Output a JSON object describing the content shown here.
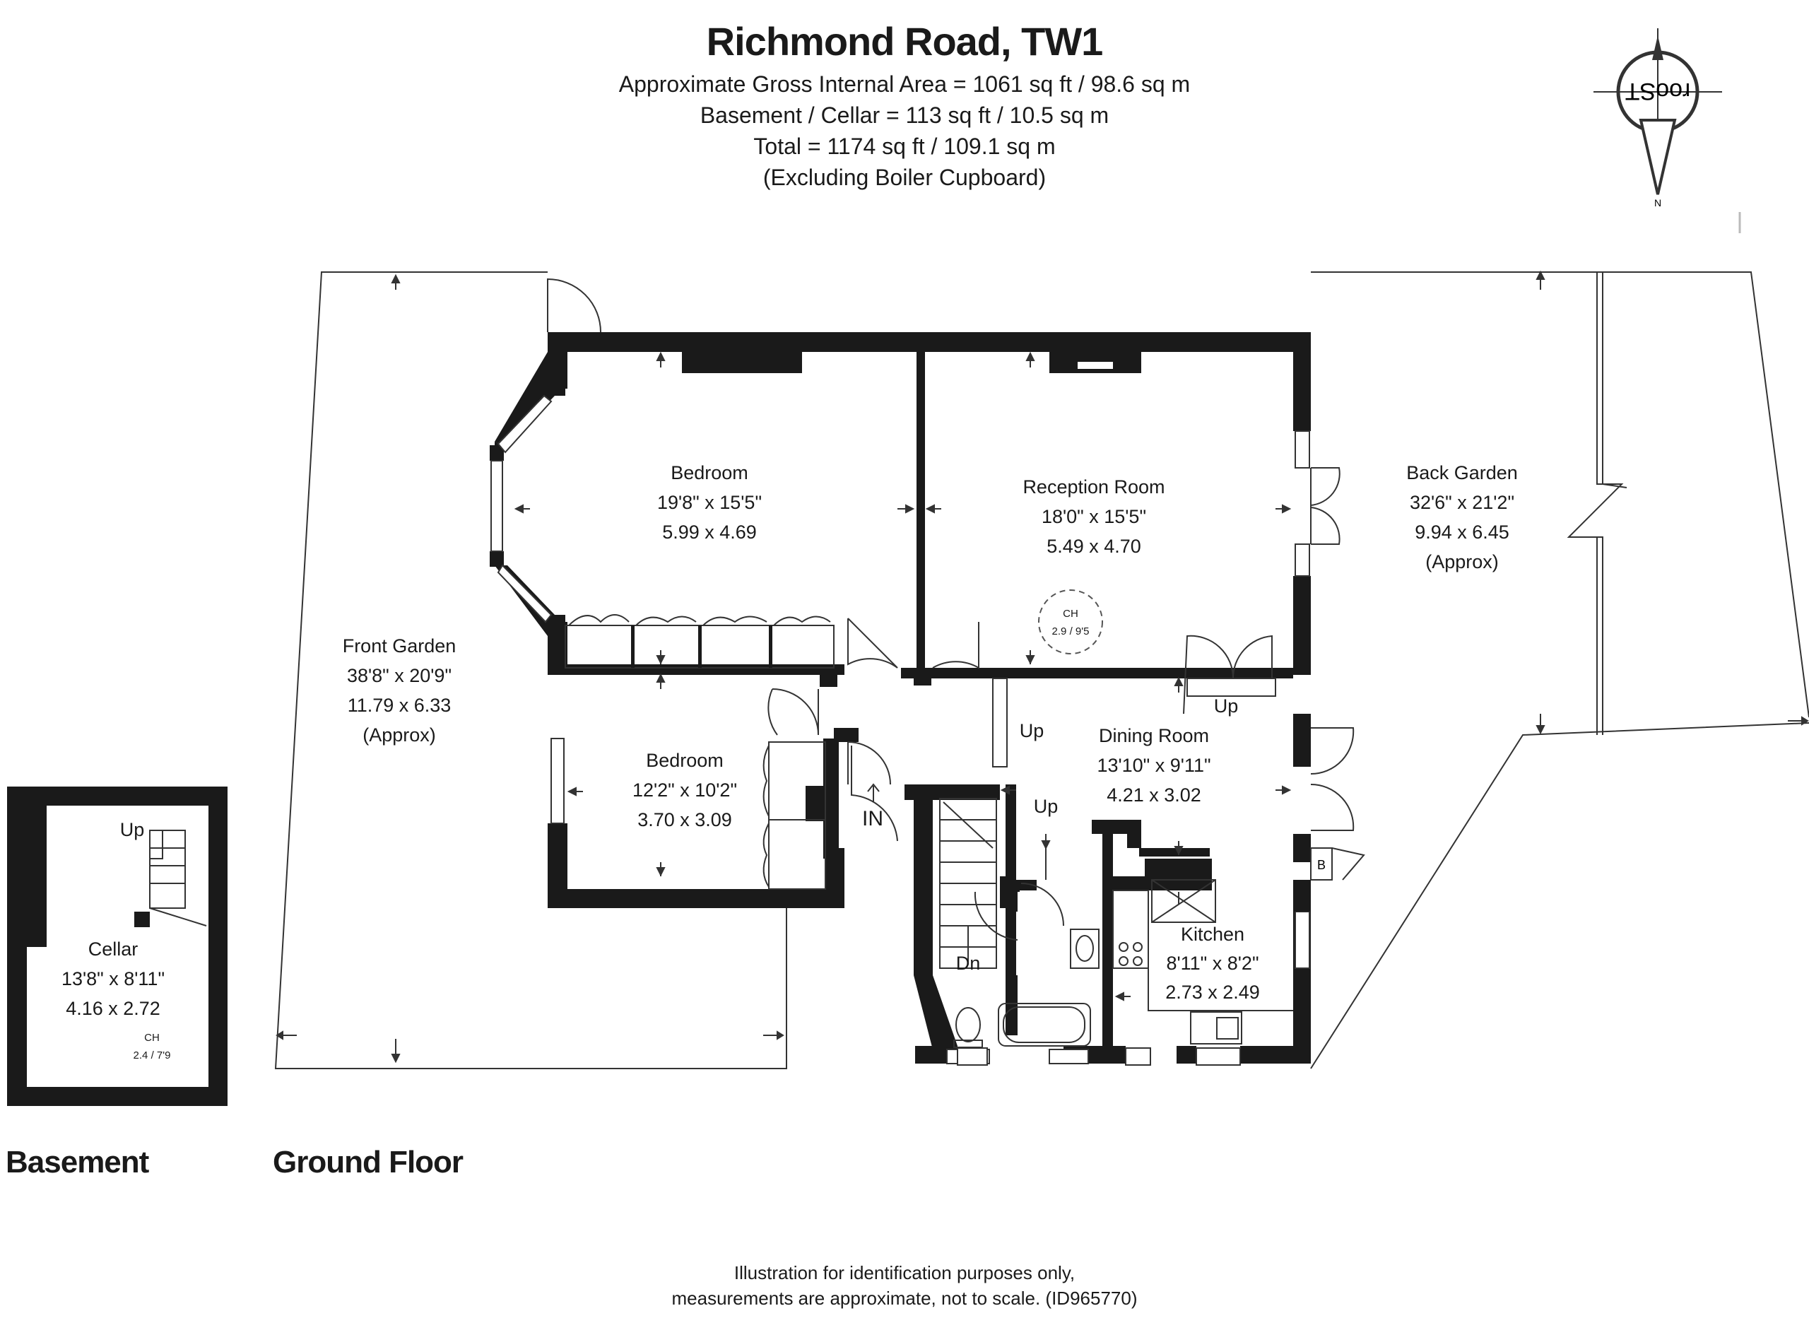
{
  "header": {
    "title": "Richmond Road, TW1",
    "line1": "Approximate Gross Internal Area = 1061 sq ft / 98.6 sq m",
    "line2": "Basement / Cellar = 113 sq ft / 10.5 sq m",
    "line3": "Total = 1174 sq ft / 109.1 sq m",
    "line4": "(Excluding Boiler Cupboard)"
  },
  "compass": {
    "logo_text": "rooST",
    "north_label": "N"
  },
  "floors": {
    "basement": "Basement",
    "ground": "Ground Floor"
  },
  "rooms": {
    "bedroom1": {
      "name": "Bedroom",
      "imperial": "19'8\" x 15'5\"",
      "metric": "5.99 x 4.69"
    },
    "reception": {
      "name": "Reception Room",
      "imperial": "18'0\" x 15'5\"",
      "metric": "5.49 x 4.70"
    },
    "back_garden": {
      "name": "Back Garden",
      "imperial": "32'6\" x 21'2\"",
      "metric": "9.94 x 6.45",
      "note": "(Approx)"
    },
    "front_garden": {
      "name": "Front Garden",
      "imperial": "38'8\" x 20'9\"",
      "metric": "11.79 x 6.33",
      "note": "(Approx)"
    },
    "bedroom2": {
      "name": "Bedroom",
      "imperial": "12'2\" x 10'2\"",
      "metric": "3.70 x 3.09"
    },
    "dining": {
      "name": "Dining Room",
      "imperial": "13'10\" x 9'11\"",
      "metric": "4.21 x 3.02"
    },
    "kitchen": {
      "name": "Kitchen",
      "imperial": "8'11\" x 8'2\"",
      "metric": "2.73 x 2.49"
    },
    "cellar": {
      "name": "Cellar",
      "imperial": "13'8\" x 8'11\"",
      "metric": "4.16 x 2.72"
    }
  },
  "markers": {
    "ch_reception": {
      "label": "CH",
      "value": "2.9 / 9'5"
    },
    "ch_cellar": {
      "label": "CH",
      "value": "2.4 / 7'9"
    },
    "up": "Up",
    "dn": "Dn",
    "in": "IN",
    "boiler": "B"
  },
  "footer": {
    "line1": "Illustration for identification purposes only,",
    "line2": "measurements are approximate, not to scale. (ID965770)"
  }
}
